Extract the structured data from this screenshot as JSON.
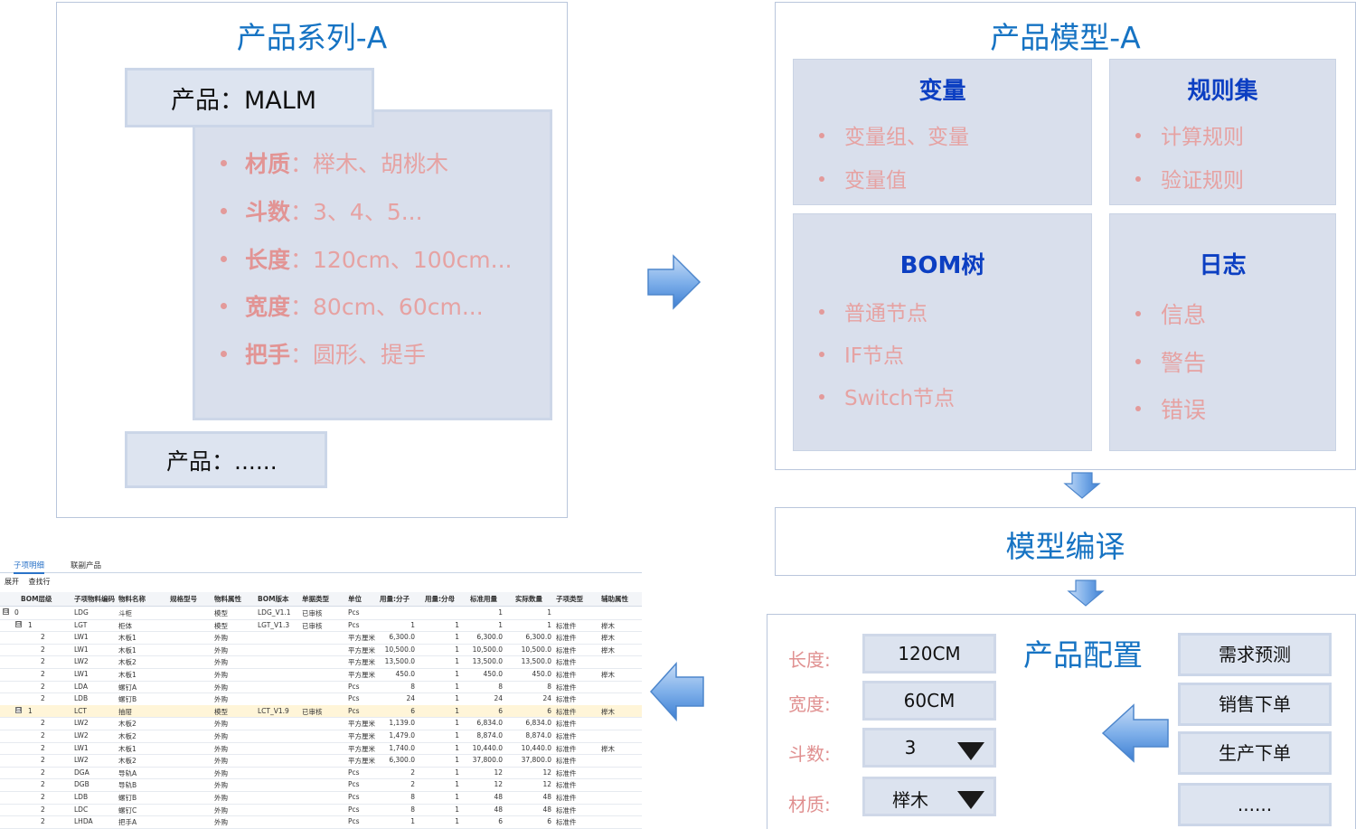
{
  "series_panel": {
    "title": "产品系列-A",
    "product_main": "产品：MALM",
    "product_more": "产品：......",
    "attributes": [
      {
        "name": "材质",
        "value": "：榉木、胡桃木"
      },
      {
        "name": "斗数",
        "value": "：3、4、5..."
      },
      {
        "name": "长度",
        "value": "：120cm、100cm..."
      },
      {
        "name": "宽度",
        "value": "：80cm、60cm..."
      },
      {
        "name": "把手",
        "value": "：圆形、提手"
      }
    ]
  },
  "model_panel": {
    "title": "产品模型-A",
    "cards": [
      {
        "title": "变量",
        "items": [
          "变量组、变量",
          "变量值"
        ]
      },
      {
        "title": "规则集",
        "items": [
          "计算规则",
          "验证规则"
        ]
      },
      {
        "title": "BOM树",
        "items": [
          "普通节点",
          "IF节点",
          "Switch节点"
        ]
      },
      {
        "title": "日志",
        "items": [
          "信息",
          "警告",
          "错误"
        ]
      }
    ]
  },
  "compile": {
    "title": "模型编译"
  },
  "config_panel": {
    "title": "产品配置",
    "fields": [
      {
        "label": "长度:",
        "value": "120CM"
      },
      {
        "label": "宽度:",
        "value": "60CM"
      },
      {
        "label": "斗数:",
        "value": "3"
      },
      {
        "label": "材质:",
        "value": "榉木"
      }
    ],
    "sources": [
      "需求预测",
      "销售下单",
      "生产下单",
      "......"
    ]
  },
  "bom_table": {
    "tabs": [
      "子项明细",
      "联副产品"
    ],
    "toolbar": [
      "展开",
      "查找行"
    ],
    "headers": [
      "BOM层级",
      "子项物料编码",
      "物料名称",
      "规格型号",
      "物料属性",
      "BOM版本",
      "单据类型",
      "单位",
      "用量:分子",
      "用量:分母",
      "标准用量",
      "实际数量",
      "子项类型",
      "辅助属性"
    ],
    "rows": [
      {
        "level": "0",
        "code": "LDG",
        "name": "斗柜",
        "attr": "模型",
        "bom": "LDG_V1.1",
        "doc": "已审核",
        "unit": "Pcs",
        "num": "",
        "den": "",
        "std": "1",
        "act": "1",
        "type": "",
        "aux": "",
        "expander": "⊟",
        "depth": 0
      },
      {
        "level": "1",
        "code": "LGT",
        "name": "柜体",
        "attr": "模型",
        "bom": "LGT_V1.3",
        "doc": "已审核",
        "unit": "Pcs",
        "num": "1",
        "den": "1",
        "std": "1",
        "act": "1",
        "type": "标准件",
        "aux": "榉木",
        "expander": "⊟",
        "depth": 1
      },
      {
        "level": "2",
        "code": "LW1",
        "name": "木板1",
        "attr": "外购",
        "bom": "",
        "doc": "",
        "unit": "平方厘米",
        "num": "6,300.0",
        "den": "1",
        "std": "6,300.0",
        "act": "6,300.0",
        "type": "标准件",
        "aux": "榉木",
        "depth": 2
      },
      {
        "level": "2",
        "code": "LW1",
        "name": "木板1",
        "attr": "外购",
        "bom": "",
        "doc": "",
        "unit": "平方厘米",
        "num": "10,500.0",
        "den": "1",
        "std": "10,500.0",
        "act": "10,500.0",
        "type": "标准件",
        "aux": "榉木",
        "depth": 2
      },
      {
        "level": "2",
        "code": "LW2",
        "name": "木板2",
        "attr": "外购",
        "bom": "",
        "doc": "",
        "unit": "平方厘米",
        "num": "13,500.0",
        "den": "1",
        "std": "13,500.0",
        "act": "13,500.0",
        "type": "标准件",
        "aux": "",
        "depth": 2
      },
      {
        "level": "2",
        "code": "LW1",
        "name": "木板1",
        "attr": "外购",
        "bom": "",
        "doc": "",
        "unit": "平方厘米",
        "num": "450.0",
        "den": "1",
        "std": "450.0",
        "act": "450.0",
        "type": "标准件",
        "aux": "榉木",
        "depth": 2
      },
      {
        "level": "2",
        "code": "LDA",
        "name": "螺钉A",
        "attr": "外购",
        "bom": "",
        "doc": "",
        "unit": "Pcs",
        "num": "8",
        "den": "1",
        "std": "8",
        "act": "8",
        "type": "标准件",
        "aux": "",
        "depth": 2
      },
      {
        "level": "2",
        "code": "LDB",
        "name": "螺钉B",
        "attr": "外购",
        "bom": "",
        "doc": "",
        "unit": "Pcs",
        "num": "24",
        "den": "1",
        "std": "24",
        "act": "24",
        "type": "标准件",
        "aux": "",
        "depth": 2
      },
      {
        "level": "1",
        "code": "LCT",
        "name": "抽屉",
        "attr": "模型",
        "bom": "LCT_V1.9",
        "doc": "已审核",
        "unit": "Pcs",
        "num": "6",
        "den": "1",
        "std": "6",
        "act": "6",
        "type": "标准件",
        "aux": "榉木",
        "expander": "⊟",
        "depth": 1,
        "highlight": true
      },
      {
        "level": "2",
        "code": "LW2",
        "name": "木板2",
        "attr": "外购",
        "bom": "",
        "doc": "",
        "unit": "平方厘米",
        "num": "1,139.0",
        "den": "1",
        "std": "6,834.0",
        "act": "6,834.0",
        "type": "标准件",
        "aux": "",
        "depth": 2
      },
      {
        "level": "2",
        "code": "LW2",
        "name": "木板2",
        "attr": "外购",
        "bom": "",
        "doc": "",
        "unit": "平方厘米",
        "num": "1,479.0",
        "den": "1",
        "std": "8,874.0",
        "act": "8,874.0",
        "type": "标准件",
        "aux": "",
        "depth": 2
      },
      {
        "level": "2",
        "code": "LW1",
        "name": "木板1",
        "attr": "外购",
        "bom": "",
        "doc": "",
        "unit": "平方厘米",
        "num": "1,740.0",
        "den": "1",
        "std": "10,440.0",
        "act": "10,440.0",
        "type": "标准件",
        "aux": "榉木",
        "depth": 2
      },
      {
        "level": "2",
        "code": "LW2",
        "name": "木板2",
        "attr": "外购",
        "bom": "",
        "doc": "",
        "unit": "平方厘米",
        "num": "6,300.0",
        "den": "1",
        "std": "37,800.0",
        "act": "37,800.0",
        "type": "标准件",
        "aux": "",
        "depth": 2
      },
      {
        "level": "2",
        "code": "DGA",
        "name": "导轨A",
        "attr": "外购",
        "bom": "",
        "doc": "",
        "unit": "Pcs",
        "num": "2",
        "den": "1",
        "std": "12",
        "act": "12",
        "type": "标准件",
        "aux": "",
        "depth": 2
      },
      {
        "level": "2",
        "code": "DGB",
        "name": "导轨B",
        "attr": "外购",
        "bom": "",
        "doc": "",
        "unit": "Pcs",
        "num": "2",
        "den": "1",
        "std": "12",
        "act": "12",
        "type": "标准件",
        "aux": "",
        "depth": 2
      },
      {
        "level": "2",
        "code": "LDB",
        "name": "螺钉B",
        "attr": "外购",
        "bom": "",
        "doc": "",
        "unit": "Pcs",
        "num": "8",
        "den": "1",
        "std": "48",
        "act": "48",
        "type": "标准件",
        "aux": "",
        "depth": 2
      },
      {
        "level": "2",
        "code": "LDC",
        "name": "螺钉C",
        "attr": "外购",
        "bom": "",
        "doc": "",
        "unit": "Pcs",
        "num": "8",
        "den": "1",
        "std": "48",
        "act": "48",
        "type": "标准件",
        "aux": "",
        "depth": 2
      },
      {
        "level": "2",
        "code": "LHDA",
        "name": "把手A",
        "attr": "外购",
        "bom": "",
        "doc": "",
        "unit": "Pcs",
        "num": "1",
        "den": "1",
        "std": "6",
        "act": "6",
        "type": "标准件",
        "aux": "",
        "depth": 2
      }
    ]
  },
  "icons": {
    "arrow_right": "arrow-right-icon",
    "arrow_down": "arrow-down-icon",
    "arrow_left": "arrow-left-icon",
    "dropdown": "dropdown-triangle-icon"
  },
  "colors": {
    "title_blue": "#1673c3",
    "card_title_blue": "#0c3fc2",
    "pink_text": "#e6a2a2",
    "card_bg": "#d9dfec",
    "arrow_blue": "#5b9be0"
  }
}
